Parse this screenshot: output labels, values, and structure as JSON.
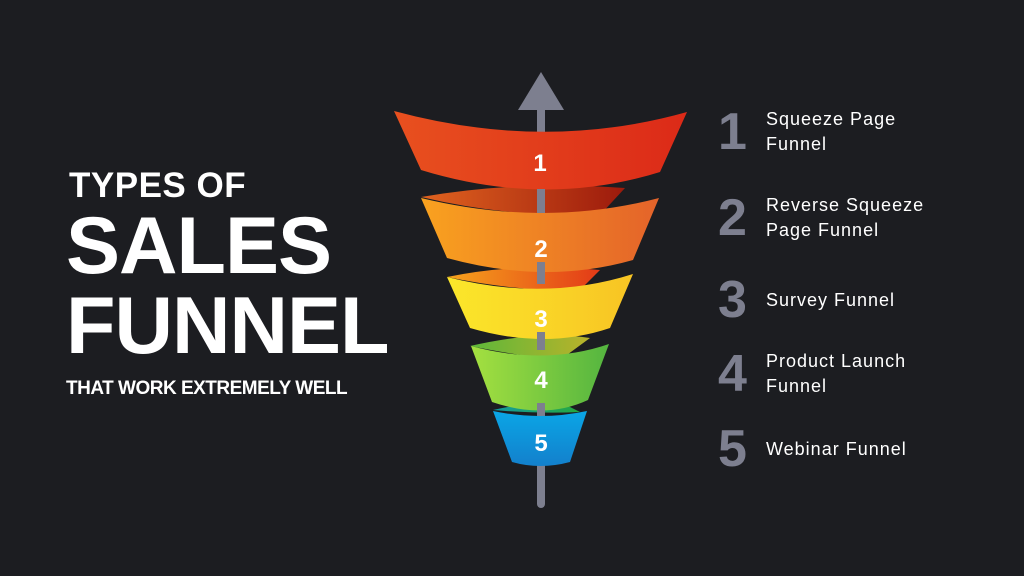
{
  "title": {
    "line1": "TYPES OF",
    "line2": "SALES",
    "line3": "FUNNEL",
    "subtitle": "THAT WORK EXTREMELY WELL"
  },
  "funnel": {
    "arrow_icon": "arrow-up-icon",
    "bands": [
      {
        "number": "1",
        "color": "#e2361c"
      },
      {
        "number": "2",
        "color": "#f07c22"
      },
      {
        "number": "3",
        "color": "#f9d320"
      },
      {
        "number": "4",
        "color": "#7cc843"
      },
      {
        "number": "5",
        "color": "#0f90d8"
      }
    ]
  },
  "list": {
    "items": [
      {
        "number": "1",
        "label_line1": "Squeeze Page",
        "label_line2": "Funnel"
      },
      {
        "number": "2",
        "label_line1": "Reverse Squeeze",
        "label_line2": "Page Funnel"
      },
      {
        "number": "3",
        "label_line1": "Survey Funnel",
        "label_line2": ""
      },
      {
        "number": "4",
        "label_line1": "Product Launch",
        "label_line2": "Funnel"
      },
      {
        "number": "5",
        "label_line1": "Webinar Funnel",
        "label_line2": ""
      }
    ]
  },
  "colors": {
    "background": "#1c1d21",
    "accent_gray": "#7d7f8f",
    "text": "#ffffff"
  }
}
